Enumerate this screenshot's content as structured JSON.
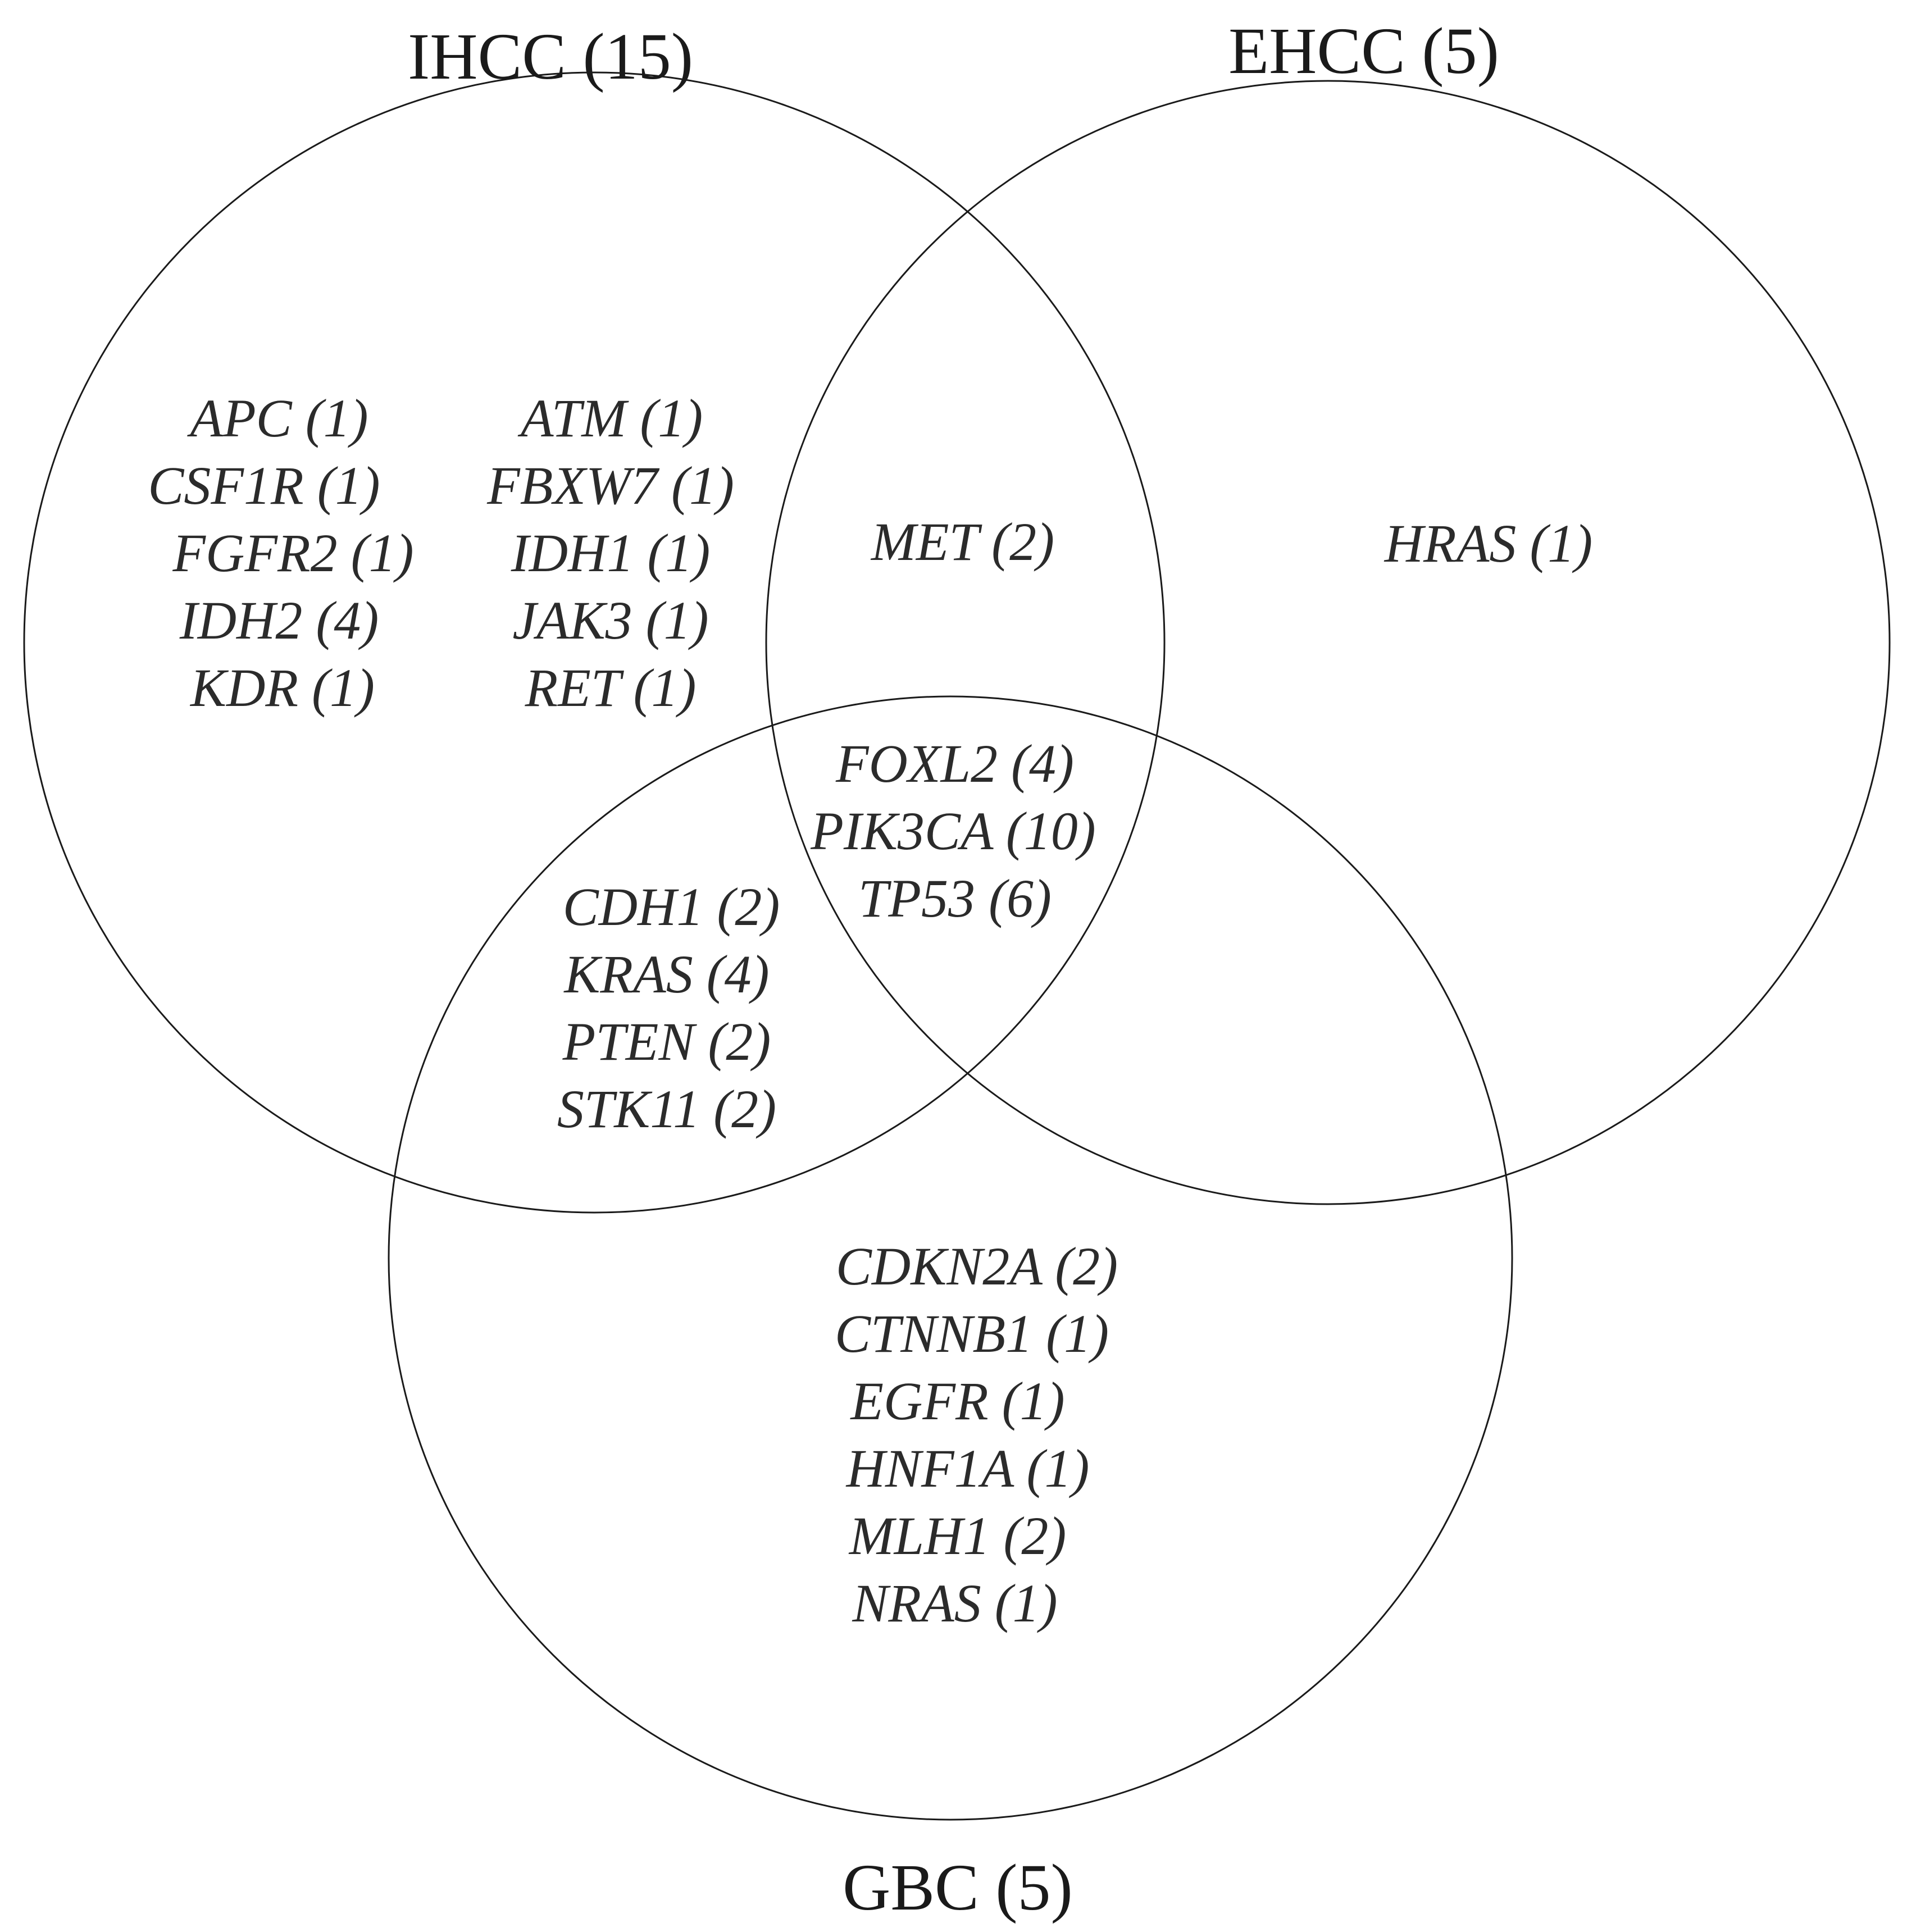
{
  "sets": {
    "ihcc": {
      "label": "IHCC (15)"
    },
    "ehcc": {
      "label": "EHCC (5)"
    },
    "gbc": {
      "label": "GBC (5)"
    }
  },
  "regions": {
    "ihcc_only_col1": [
      "APC (1)",
      "CSF1R (1)",
      "FGFR2 (1)",
      "IDH2 (4)",
      "KDR (1)"
    ],
    "ihcc_only_col2": [
      "ATM (1)",
      "FBXW7 (1)",
      "IDH1 (1)",
      "JAK3 (1)",
      "RET (1)"
    ],
    "ihcc_ehcc": [
      "MET (2)"
    ],
    "ehcc_only": [
      "HRAS (1)"
    ],
    "all_three": [
      "FOXL2 (4)",
      "PIK3CA (10)",
      "TP53 (6)"
    ],
    "ihcc_gbc": [
      "CDH1 (2)",
      "KRAS (4)",
      "PTEN (2)",
      "STK11 (2)"
    ],
    "gbc_only": [
      "CDKN2A (2)",
      "CTNNB1 (1)",
      "EGFR (1)",
      "HNF1A (1)",
      "MLH1 (2)",
      "NRAS (1)"
    ]
  }
}
